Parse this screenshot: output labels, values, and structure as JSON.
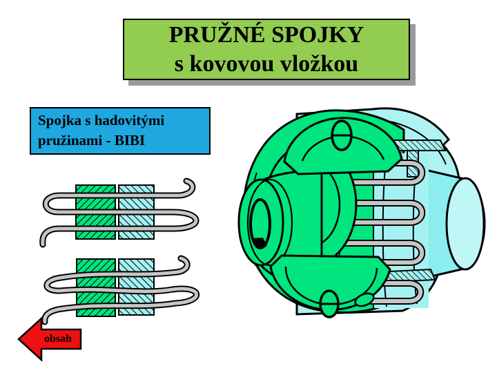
{
  "title": {
    "line1": "PRUŽNÉ SPOJKY",
    "line2": "s kovovou vložkou"
  },
  "label": {
    "line1": "Spojka s hadovitými",
    "line2": "pružinami - BIBI"
  },
  "nav": {
    "label": "obsah"
  },
  "colors": {
    "background": "#FFFFFF",
    "titleBg": "#92CC50",
    "labelBg": "#1FA7E0",
    "arrowRed": "#EE1111",
    "shadowGray": "#9A9A9A",
    "green": "#00E57E",
    "cyanLight": "#AFF2F2",
    "cyanPanel": "#A5F1F1",
    "cyanHub": "#8BEDED",
    "cyanFace": "#BFF7F7",
    "springGray": "#C6C6C6",
    "ink": "#000000"
  }
}
